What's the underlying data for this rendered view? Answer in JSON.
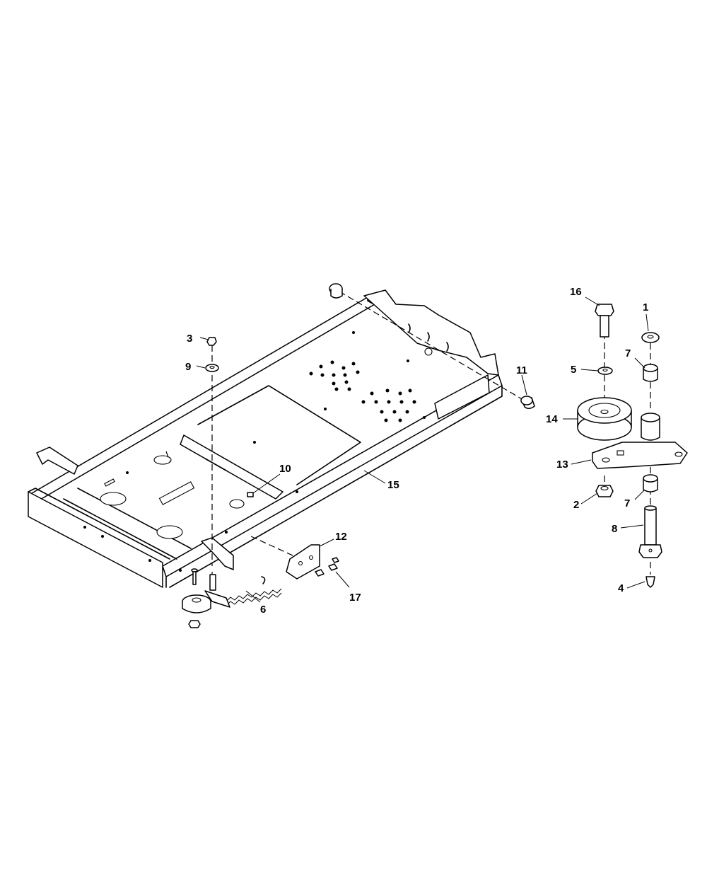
{
  "callouts": [
    {
      "id": "c1",
      "label": "1"
    },
    {
      "id": "c2",
      "label": "2"
    },
    {
      "id": "c3",
      "label": "3"
    },
    {
      "id": "c4",
      "label": "4"
    },
    {
      "id": "c5",
      "label": "5"
    },
    {
      "id": "c6",
      "label": "6"
    },
    {
      "id": "c7a",
      "label": "7"
    },
    {
      "id": "c7b",
      "label": "7"
    },
    {
      "id": "c8",
      "label": "8"
    },
    {
      "id": "c9",
      "label": "9"
    },
    {
      "id": "c10",
      "label": "10"
    },
    {
      "id": "c11",
      "label": "11"
    },
    {
      "id": "c12",
      "label": "12"
    },
    {
      "id": "c13",
      "label": "13"
    },
    {
      "id": "c14",
      "label": "14"
    },
    {
      "id": "c15",
      "label": "15"
    },
    {
      "id": "c16",
      "label": "16"
    },
    {
      "id": "c17",
      "label": "17"
    }
  ]
}
